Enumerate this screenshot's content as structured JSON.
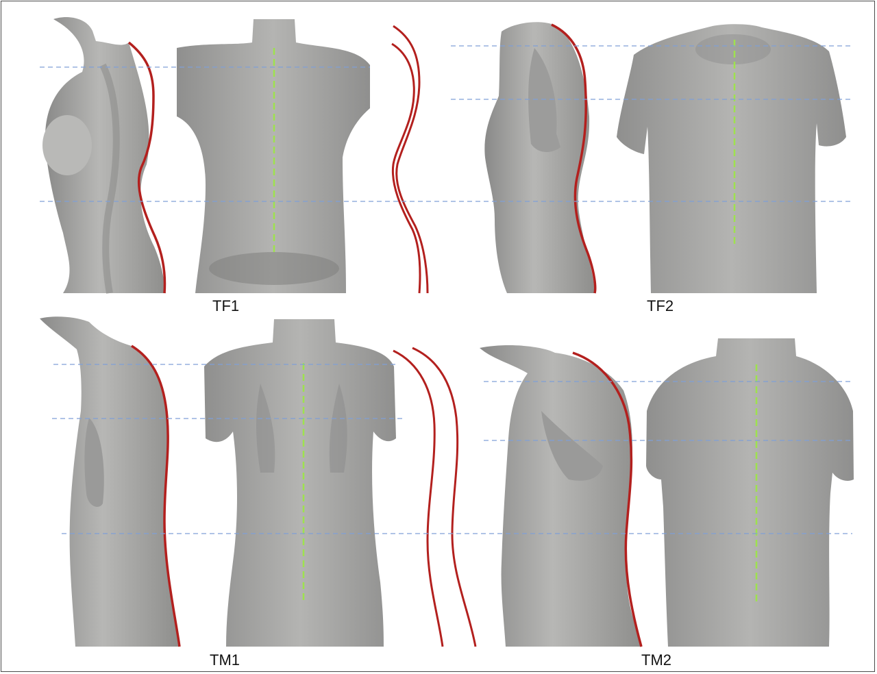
{
  "panels": [
    {
      "label": "TF1"
    },
    {
      "label": "TF2"
    },
    {
      "label": "TM1"
    },
    {
      "label": "TM2"
    }
  ],
  "colors": {
    "torso": "#a8a8a6",
    "torso_light": "#c9c9c7",
    "torso_shadow": "#7f7f7e",
    "spine_curve": "#b3201e",
    "midline": "#9ee24e",
    "reference_line": "#7f9fd6",
    "frame": "#4a4a4a"
  }
}
